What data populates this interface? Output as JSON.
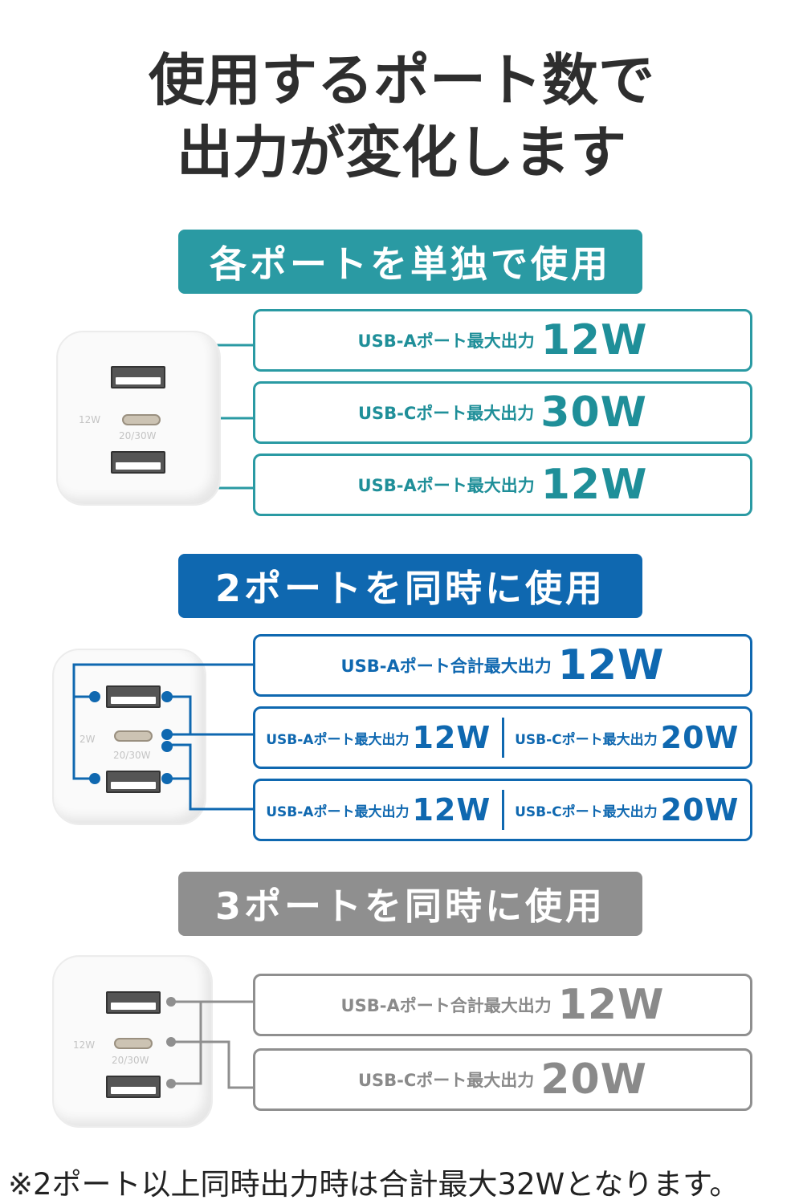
{
  "title": {
    "line1": "使用するポート数で",
    "line2": "出力が変化します"
  },
  "colors": {
    "teal": "#2a9aa3",
    "blue": "#0f68b0",
    "gray": "#8f8f8f"
  },
  "charger": {
    "usb_a_label": "12W",
    "usb_c_label": "20/30W",
    "usb_a_label_cropped": "2W"
  },
  "sections": [
    {
      "banner": "各ポートを単独で使用",
      "rows": [
        {
          "label": "USB-Aポート最大出力",
          "value": "12W"
        },
        {
          "label": "USB-Cポート最大出力",
          "value": "30W"
        },
        {
          "label": "USB-Aポート最大出力",
          "value": "12W"
        }
      ]
    },
    {
      "banner": "2ポートを同時に使用",
      "rows": [
        {
          "label": "USB-Aポート合計最大出力",
          "value": "12W"
        },
        {
          "left": {
            "label": "USB-Aポート最大出力",
            "value": "12W"
          },
          "right": {
            "label": "USB-Cポート最大出力",
            "value": "20W"
          }
        },
        {
          "left": {
            "label": "USB-Aポート最大出力",
            "value": "12W"
          },
          "right": {
            "label": "USB-Cポート最大出力",
            "value": "20W"
          }
        }
      ]
    },
    {
      "banner": "3ポートを同時に使用",
      "rows": [
        {
          "label": "USB-Aポート合計最大出力",
          "value": "12W"
        },
        {
          "label": "USB-Cポート最大出力",
          "value": "20W"
        }
      ]
    }
  ],
  "footnote": "※2ポート以上同時出力時は合計最大32Wとなります。"
}
